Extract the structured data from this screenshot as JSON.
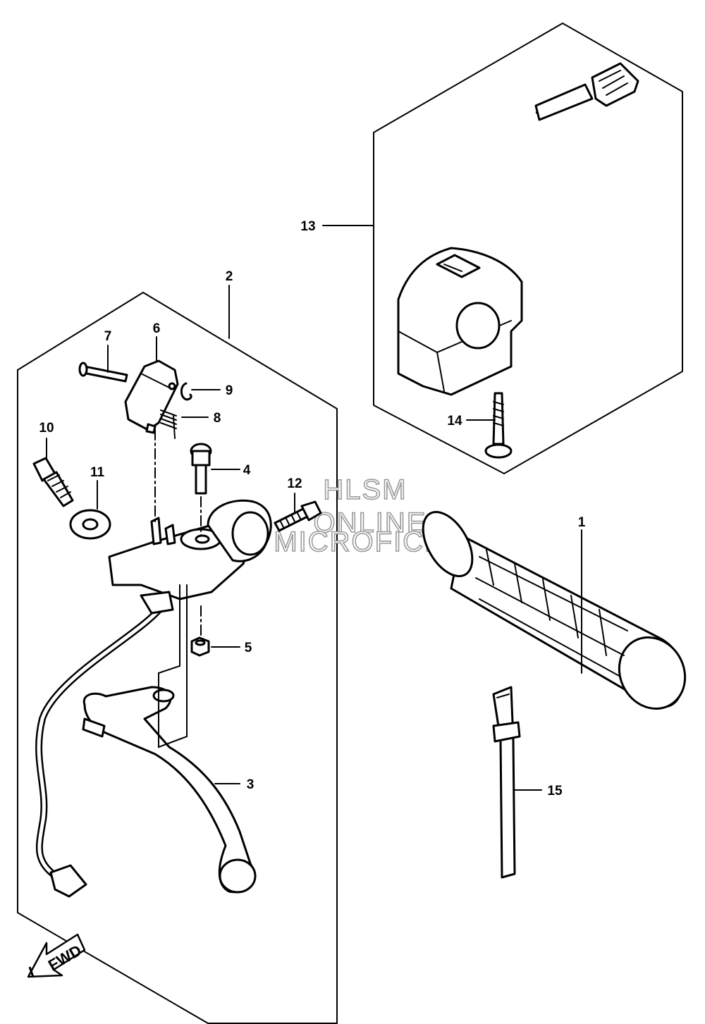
{
  "callouts": {
    "p1": "1",
    "p2": "2",
    "p3": "3",
    "p4": "4",
    "p5": "5",
    "p6": "6",
    "p7": "7",
    "p8": "8",
    "p9": "9",
    "p10": "10",
    "p11": "11",
    "p12": "12",
    "p13": "13",
    "p14": "14",
    "p15": "15"
  },
  "watermark": {
    "line1": "HLSM",
    "line2": "ONLINE",
    "line3": "MICROFICHE"
  },
  "direction_marker": "FWD"
}
